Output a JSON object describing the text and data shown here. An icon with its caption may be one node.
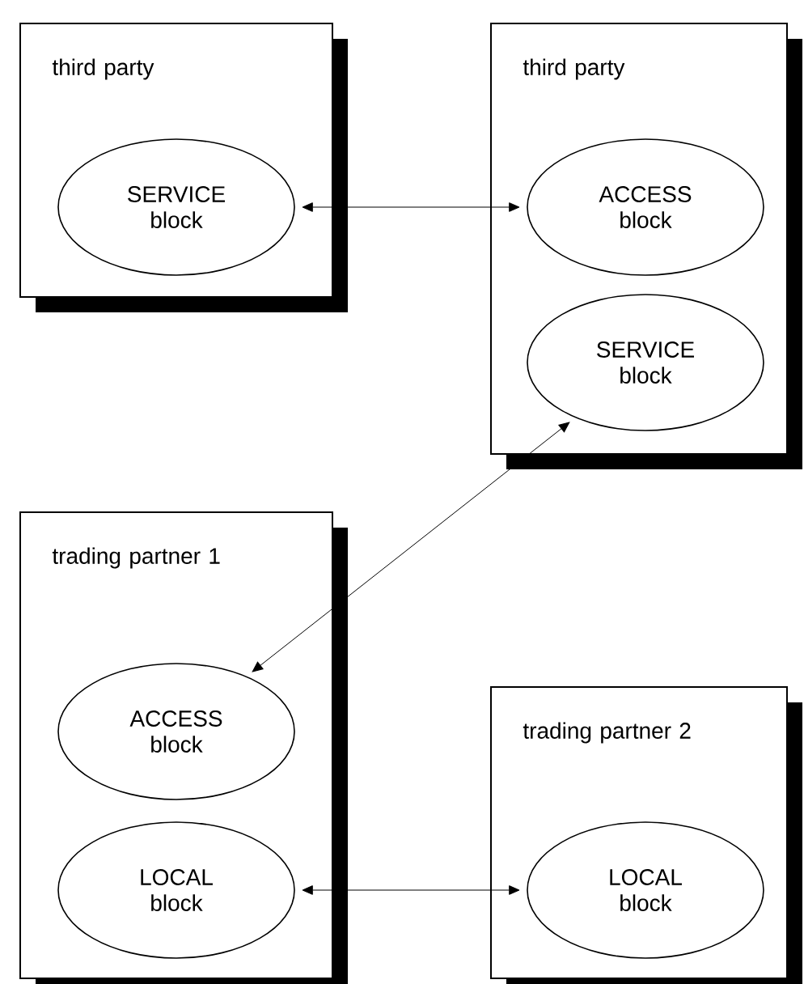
{
  "diagram": {
    "nodes": [
      {
        "text": [
          "third party"
        ]
      },
      {
        "text": [
          "SERVICE block"
        ],
        "in": 0
      },
      {
        "text": [
          "third party"
        ]
      },
      {
        "text": [
          "ACCESS block"
        ],
        "in": 2
      },
      {
        "text": [
          "SERVICE block"
        ],
        "in": 2
      },
      {
        "text": [
          "trading partner 1"
        ]
      },
      {
        "text": [
          "ACCESS block"
        ],
        "in": 5
      },
      {
        "text": [
          "LOCAL block"
        ],
        "in": 5
      },
      {
        "text": [
          "trading partner 2"
        ]
      },
      {
        "text": [
          "LOCAL block"
        ],
        "in": 8
      }
    ],
    "edges": [
      {
        "from": 1,
        "to": 3,
        "arrow": "both"
      },
      {
        "from": 4,
        "to": 6,
        "arrow": "both"
      },
      {
        "from": 7,
        "to": 9,
        "arrow": "both"
      }
    ]
  }
}
